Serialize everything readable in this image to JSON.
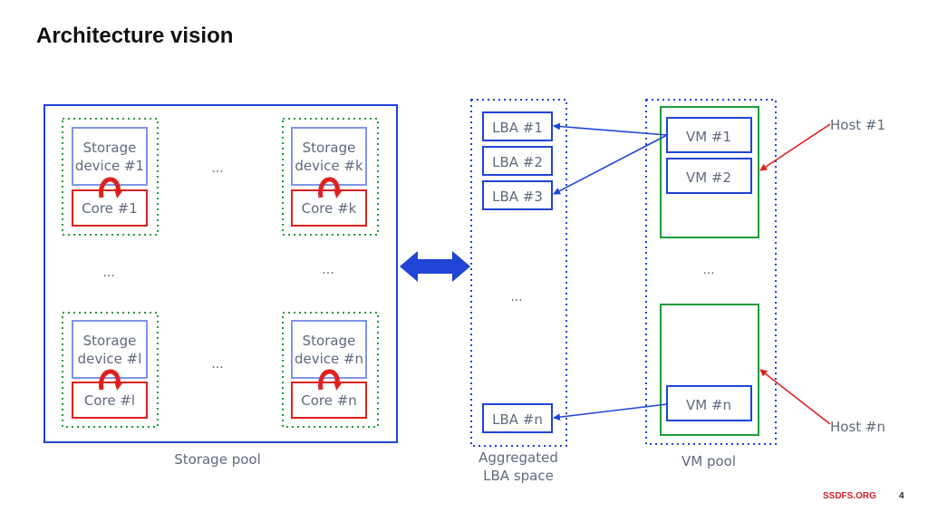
{
  "title": "Architecture vision",
  "colors": {
    "blue": "#1f44d6",
    "red": "#e02020",
    "green": "#1f9e3a",
    "light_blue": "#7f96e8",
    "text": "#5f6a7d"
  },
  "storage_pool": {
    "label": "Storage pool",
    "nodes": {
      "n1": {
        "device": [
          "Storage",
          "device #1"
        ],
        "core": "Core #1"
      },
      "nk": {
        "device": [
          "Storage",
          "device #k"
        ],
        "core": "Core #k"
      },
      "nl": {
        "device": [
          "Storage",
          "device #l"
        ],
        "core": "Core #l"
      },
      "nn": {
        "device": [
          "Storage",
          "device #n"
        ],
        "core": "Core #n"
      }
    },
    "ellipsis": "..."
  },
  "lba_space": {
    "label": [
      "Aggregated",
      "LBA space"
    ],
    "items": [
      "LBA #1",
      "LBA #2",
      "LBA #3",
      "LBA #n"
    ],
    "ellipsis": "..."
  },
  "vm_pool": {
    "label": "VM pool",
    "vms": [
      "VM #1",
      "VM #2",
      "VM #n"
    ],
    "ellipsis": "..."
  },
  "hosts": [
    "Host #1",
    "Host #n"
  ],
  "footer": {
    "brand": "SSDFS.ORG",
    "page": "4"
  }
}
